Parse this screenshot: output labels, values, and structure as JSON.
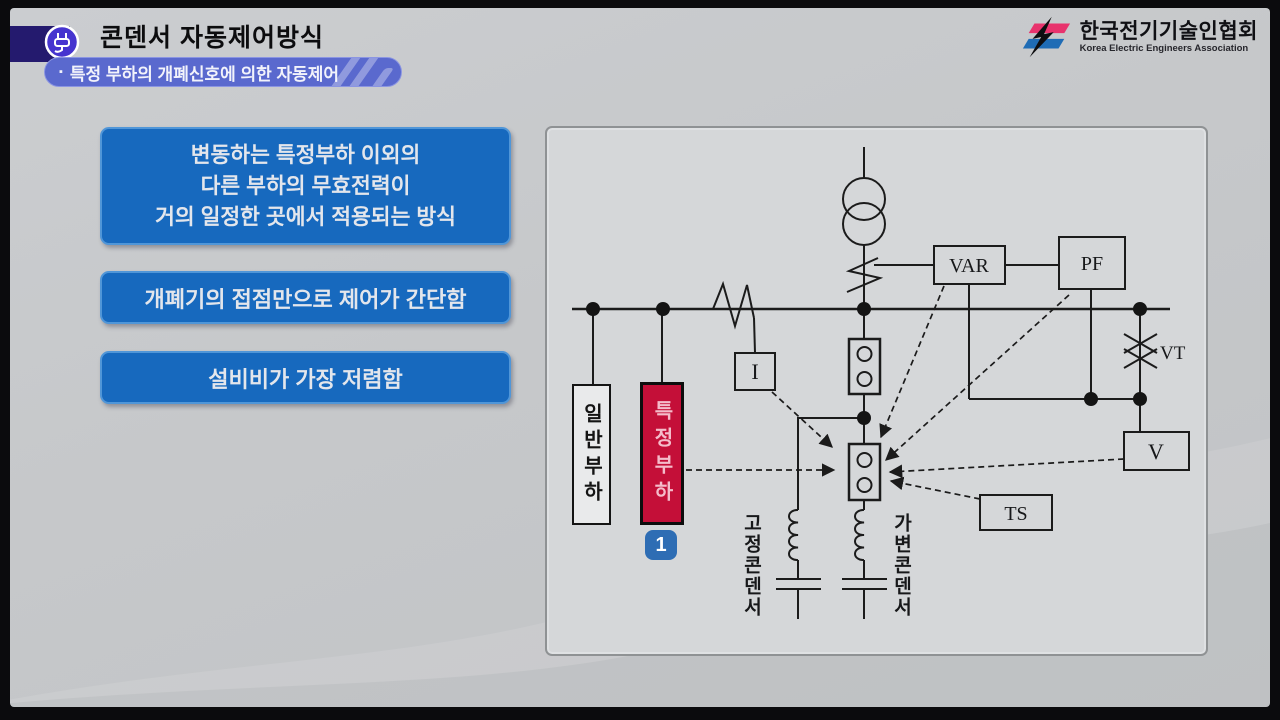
{
  "header": {
    "title": "콘덴서 자동제어방식",
    "subtitle_bullet": "▪",
    "subtitle": "특정 부하의 개폐신호에 의한 자동제어",
    "logo_kr": "한국전기기술인협회",
    "logo_en": "Korea Electric Engineers Association"
  },
  "info_boxes": [
    {
      "lines": [
        "변동하는 특정부하 이외의",
        "다른 부하의 무효전력이",
        "거의 일정한 곳에서 적용되는 방식"
      ]
    },
    {
      "lines": [
        "개폐기의 접점만으로 제어가 간단함"
      ]
    },
    {
      "lines": [
        "설비비가 가장 저렴함"
      ]
    }
  ],
  "diagram": {
    "meters": {
      "var": "VAR",
      "pf": "PF",
      "current": "I",
      "voltage": "V",
      "ts": "TS",
      "vt": "VT"
    },
    "loads": {
      "general": "일반부하",
      "specific": "특정부하"
    },
    "condensers": {
      "fixed": "고정콘덴서",
      "variable": "가변콘덴서"
    },
    "step_badge": "1"
  },
  "colors": {
    "accent_blue": "#1769BE",
    "badge_indigo": "#5A69CE",
    "load_red": "#C40F38",
    "step_blue": "#2E6DB4",
    "logo_pink": "#E8336D",
    "logo_blue": "#1F6CB5"
  }
}
